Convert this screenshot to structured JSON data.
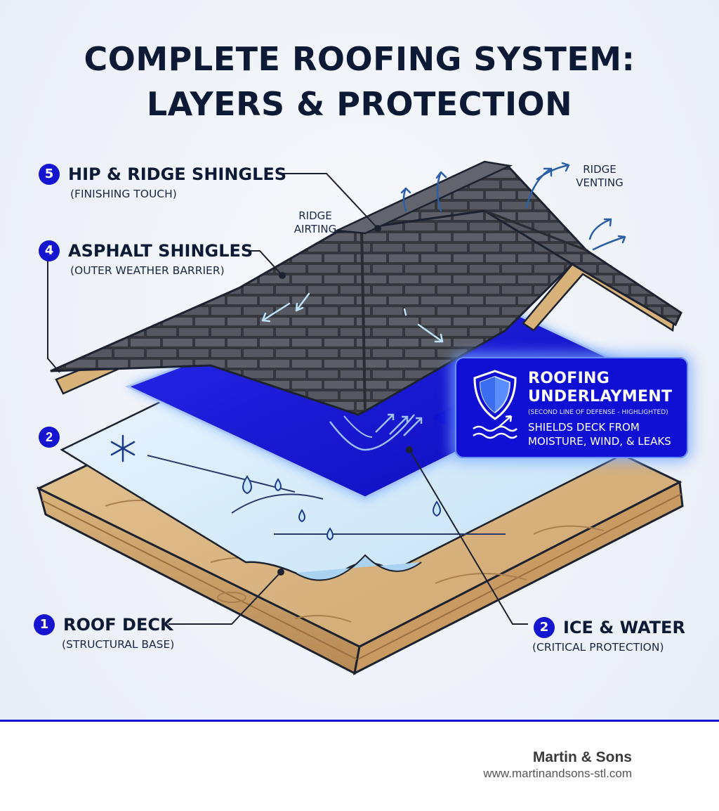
{
  "title": {
    "line1": "COMPLETE ROOFING SYSTEM:",
    "line2": "LAYERS & PROTECTION"
  },
  "labels": {
    "hip_ridge": {
      "number": "5",
      "title": "HIP & RIDGE SHINGLES",
      "subtitle": "(FINISHING TOUCH)"
    },
    "asphalt": {
      "number": "4",
      "title": "ASPHALT SHINGLES",
      "subtitle": "(OUTER WEATHER BARRIER)"
    },
    "roof_deck": {
      "number": "1",
      "title": "ROOF DECK",
      "subtitle": "(STRUCTURAL BASE)"
    },
    "ice_water": {
      "number": "2",
      "title": "ICE & WATER",
      "subtitle": "(CRITICAL PROTECTION)"
    },
    "membrane_marker": "2",
    "ridge_airting": "RIDGE AIRTING",
    "ridge_venting": "RIDGE VENTING"
  },
  "callout": {
    "title": "ROOFING UNDERLAYMENT",
    "note": "(SECOND LINE OF DEFENSE - HIGHLIGHTED)",
    "description": "SHIELDS DECK FROM MOISTURE, WIND, & LEAKS",
    "icon": "shield-icon"
  },
  "footer": {
    "brand": "Martin & Sons",
    "url": "www.martinandsons-stl.com"
  },
  "colors": {
    "accent": "#1515cf",
    "title": "#0c1a36",
    "underlayment": "#1010d4",
    "shingle": "#4a4d55",
    "wood": "#d8b684",
    "membrane": "#d6ecfb"
  }
}
